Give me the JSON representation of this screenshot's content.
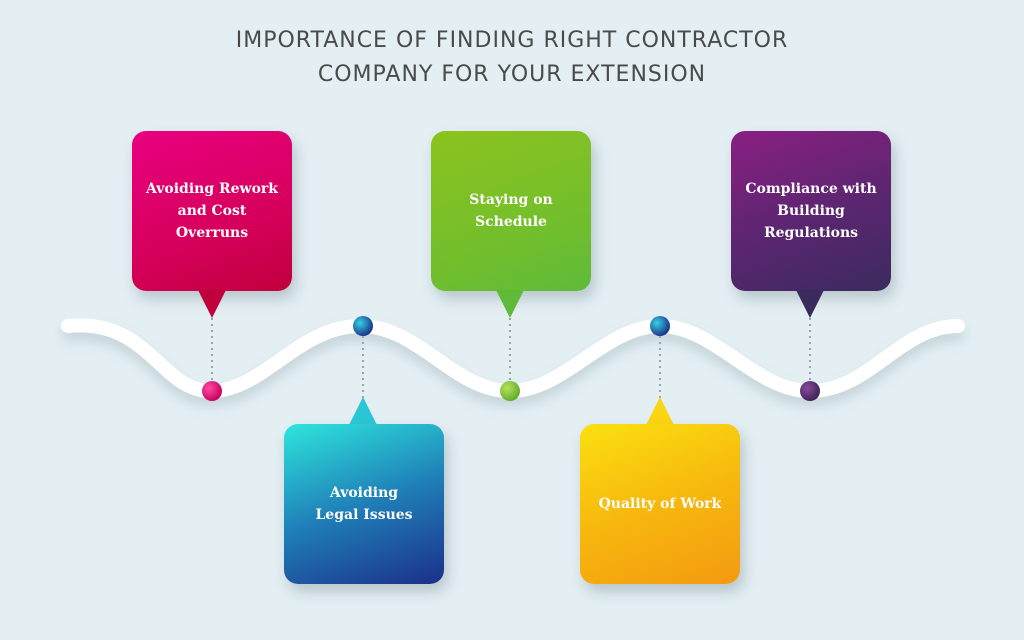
{
  "title": {
    "line1": "IMPORTANCE OF FINDING RIGHT CONTRACTOR",
    "line2": "COMPANY FOR YOUR EXTENSION"
  },
  "cards": [
    {
      "id": "rework",
      "line1": "Avoiding Rework",
      "line2": "and Cost Overruns",
      "color": "#d6005c"
    },
    {
      "id": "schedule",
      "line1": "Staying on",
      "line2": "Schedule",
      "color": "#74bf2b"
    },
    {
      "id": "compliance",
      "line1": "Compliance with",
      "line2": "Building Regulations",
      "color": "#4a2a6a"
    },
    {
      "id": "legal",
      "line1": "Avoiding",
      "line2": "Legal Issues",
      "color": "#1f5fa8"
    },
    {
      "id": "quality",
      "line1": "Quality of Work",
      "line2": "",
      "color": "#f7b80e"
    }
  ],
  "colors": {
    "background": "#e3eff3",
    "wave": "#ffffff",
    "title": "#4a4a4a",
    "connector": "#9aa5aa"
  }
}
